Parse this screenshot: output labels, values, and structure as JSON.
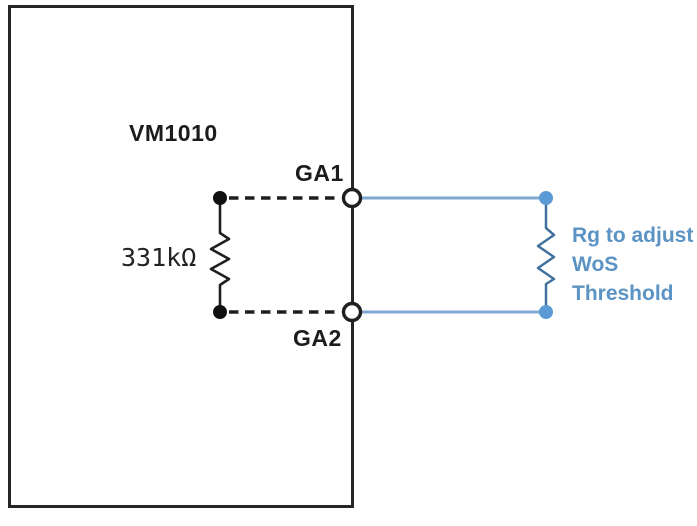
{
  "diagram": {
    "chip": {
      "name": "VM1010",
      "internal_resistor_value": "331kΩ",
      "pins": [
        {
          "label": "GA1"
        },
        {
          "label": "GA2"
        }
      ]
    },
    "external": {
      "annotation": "Rg to adjust\nWoS\nThreshold",
      "component": "Rg external resistor"
    },
    "colors": {
      "outline_black": "#262626",
      "wire_blue": "#7fa8d0",
      "external_resistor_blue": "#41719C",
      "junction_dot_blue": "#5B9BD5",
      "annotation_text_blue": "#5b93c4"
    }
  }
}
